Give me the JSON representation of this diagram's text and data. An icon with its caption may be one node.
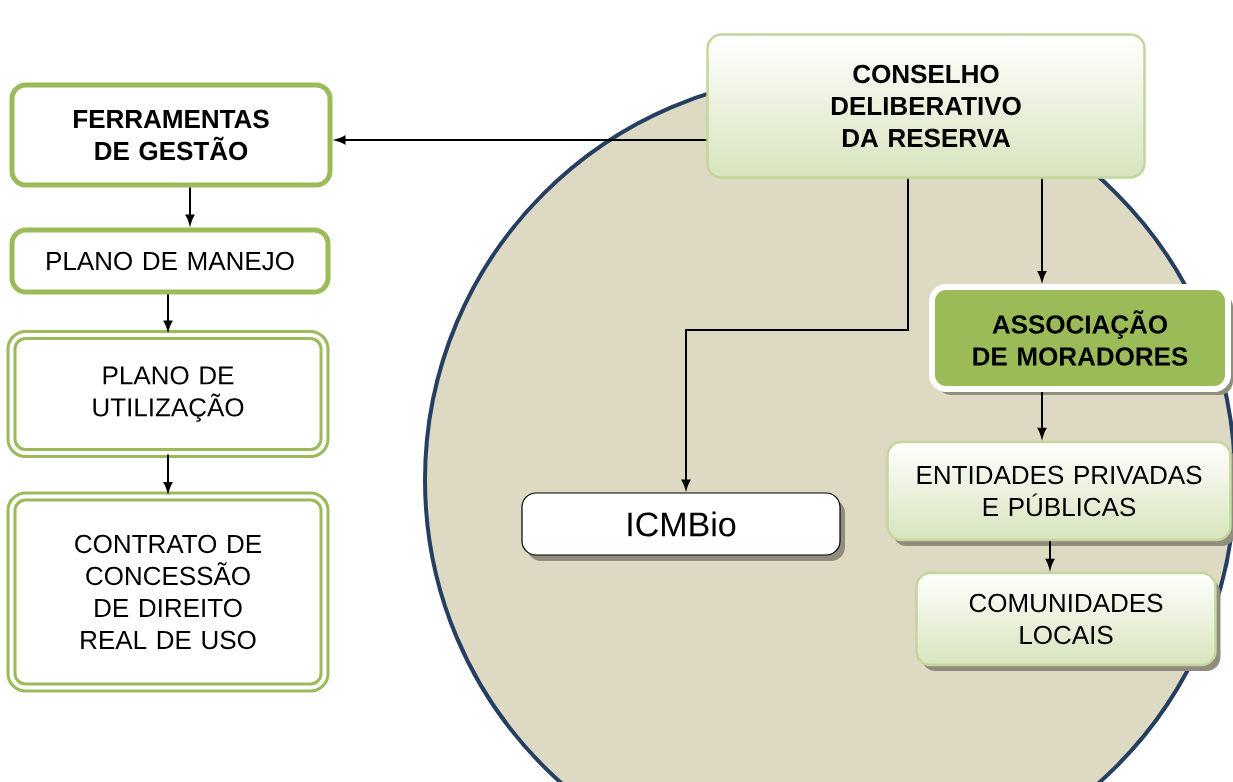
{
  "diagram": {
    "nodes": [
      {
        "text": [],
        "shape": "circle"
      },
      {
        "text": [
          "FERRAMENTAS DE GESTÃO"
        ]
      },
      {
        "text": [
          "PLANO DE MANEJO"
        ]
      },
      {
        "text": [
          "PLANO DE UTILIZAÇÃO"
        ]
      },
      {
        "text": [
          "CONTRATO DE CONCESSÃO DE DIREITO REAL DE USO"
        ]
      },
      {
        "text": [
          "CONSELHO DELIBERATIVO DA RESERVA"
        ]
      },
      {
        "text": [
          "ASSOCIAÇÃO DE MORADORES"
        ],
        "in": 0
      },
      {
        "text": [
          "ICMBio"
        ],
        "in": 0
      },
      {
        "text": [
          "ENTIDADES PRIVADAS E PÚBLICAS"
        ],
        "in": 0
      },
      {
        "text": [
          "COMUNIDADES LOCAIS"
        ],
        "in": 0
      }
    ],
    "edges": [
      {
        "from": 5,
        "to": 1,
        "arrow": "to"
      },
      {
        "from": 1,
        "to": 2,
        "arrow": "to"
      },
      {
        "from": 2,
        "to": 3,
        "arrow": "to"
      },
      {
        "from": 3,
        "to": 4,
        "arrow": "to"
      },
      {
        "from": 5,
        "to": 7,
        "arrow": "to"
      },
      {
        "from": 5,
        "to": 6,
        "arrow": "to"
      },
      {
        "from": 6,
        "to": 8,
        "arrow": "to"
      },
      {
        "from": 8,
        "to": 9,
        "arrow": "to"
      }
    ]
  }
}
